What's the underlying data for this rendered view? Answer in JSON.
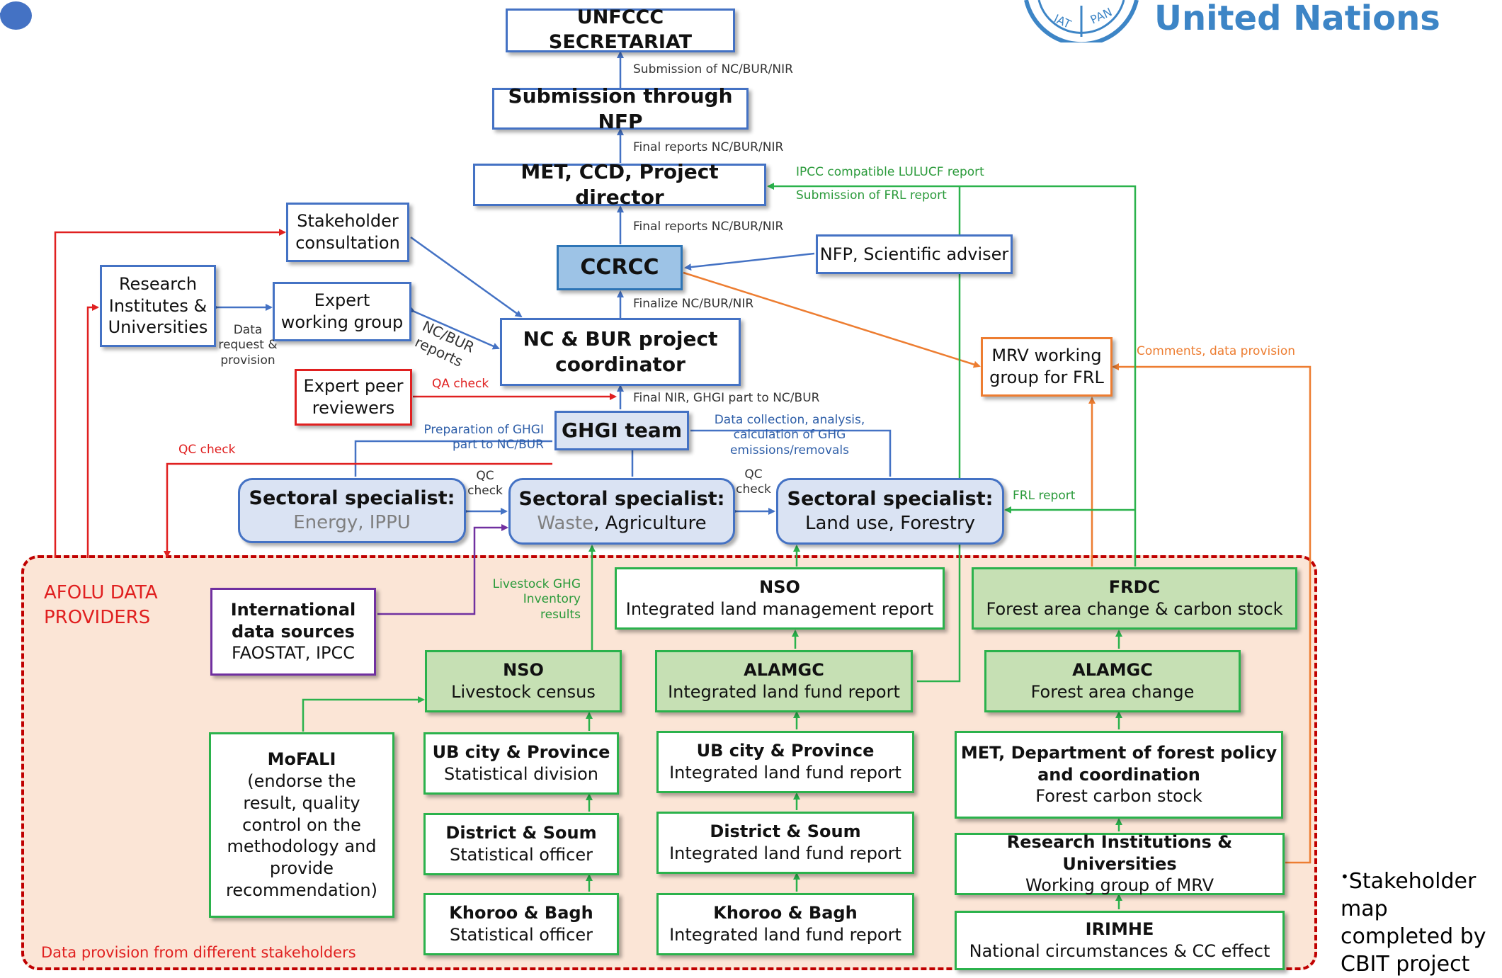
{
  "header": {
    "organization": "United Nations"
  },
  "region": {
    "title": "AFOLU DATA\nPROVIDERS",
    "footer": "Data provision from different stakeholders"
  },
  "note": "Stakeholder map completed by CBIT project",
  "colors": {
    "line_blue": "#4472c4",
    "line_green": "#2bb24c",
    "line_red": "#e02020",
    "line_orange": "#ed7d31",
    "line_purple": "#7030a0",
    "region_fill": "#fbe5d6"
  },
  "nodes": {
    "unfccc": {
      "title": "UNFCCC SECRETARIAT"
    },
    "nfp_submission": {
      "title": "Submission through NFP"
    },
    "met_ccd": {
      "title": "MET, CCD, Project director"
    },
    "stakeholder": {
      "line1": "Stakeholder",
      "line2": "consultation"
    },
    "research": {
      "line1": "Research",
      "line2": "Institutes &",
      "line3": "Universities"
    },
    "expert_wg": {
      "line1": "Expert",
      "line2": "working group"
    },
    "ccrcc": {
      "title": "CCRCC"
    },
    "nfp_adviser": {
      "title": "NFP, Scientific adviser"
    },
    "nc_bur": {
      "line1": "NC & BUR project",
      "line2": "coordinator"
    },
    "mrv_wg": {
      "line1": "MRV working",
      "line2": "group for FRL"
    },
    "peer": {
      "line1": "Expert peer",
      "line2": "reviewers"
    },
    "ghgi": {
      "title": "GHGI team"
    },
    "spec_energy": {
      "title": "Sectoral specialist:",
      "subtitle": "Energy, IPPU"
    },
    "spec_waste": {
      "title": "Sectoral specialist:",
      "subtitle_a": "Waste",
      "subtitle_b": ", Agriculture"
    },
    "spec_land": {
      "title": "Sectoral specialist:",
      "subtitle": "Land use, Forestry"
    },
    "intl": {
      "line1": "International",
      "line2": "data sources",
      "line3": "FAOSTAT, IPCC"
    },
    "nso_ilm": {
      "title": "NSO",
      "subtitle": "Integrated land management report"
    },
    "frdc": {
      "title": "FRDC",
      "subtitle": "Forest area change & carbon stock"
    },
    "nso_livestock": {
      "title": "NSO",
      "subtitle": "Livestock census"
    },
    "alamgc_fund": {
      "title": "ALAMGC",
      "subtitle": "Integrated land fund report"
    },
    "alamgc_forest": {
      "title": "ALAMGC",
      "subtitle": "Forest area change"
    },
    "mofali": {
      "title": "MoFALI",
      "line1": "(endorse the",
      "line2": "result, quality",
      "line3": "control on the",
      "line4": "methodology and",
      "line5": "provide",
      "line6": "recommendation)"
    },
    "ub_stat": {
      "title": "UB city & Province",
      "subtitle": "Statistical division"
    },
    "ub_fund": {
      "title": "UB city & Province",
      "subtitle": "Integrated land fund report"
    },
    "met_forest": {
      "title1": "MET, Department of forest policy",
      "title2": "and coordination",
      "subtitle": "Forest carbon stock"
    },
    "district_stat": {
      "title": "District & Soum",
      "subtitle": "Statistical officer"
    },
    "district_fund": {
      "title": "District & Soum",
      "subtitle": "Integrated land fund report"
    },
    "research_mrv": {
      "title": "Research Institutions & Universities",
      "subtitle": "Working group of MRV"
    },
    "khoroo_stat": {
      "title": "Khoroo & Bagh",
      "subtitle": "Statistical officer"
    },
    "khoroo_fund": {
      "title": "Khoroo & Bagh",
      "subtitle": "Integrated land fund report"
    },
    "irimhe": {
      "title": "IRIMHE",
      "subtitle": "National circumstances & CC effect"
    }
  },
  "edge_labels": {
    "submission": "Submission of NC/BUR/NIR",
    "final_reports_1": "Final reports NC/BUR/NIR",
    "final_reports_2": "Final reports NC/BUR/NIR",
    "ipcc_lulucf": "IPCC compatible LULUCF report",
    "frl_submission": "Submission of FRL report",
    "finalize": "Finalize NC/BUR/NIR",
    "ncbur_reports": "NC/BUR reports",
    "data_request": "Data request & provision",
    "qa_check": "QA check",
    "final_nir": "Final NIR, GHGI part to NC/BUR",
    "preparation": "Preparation of GHGI part to NC/BUR",
    "data_collection": "Data collection, analysis, calculation of GHG emissions/removals",
    "qc_check_left": "QC check",
    "qc_check_1": "QC check",
    "qc_check_2": "QC check",
    "frl_report": "FRL report",
    "comments": "Comments, data provision",
    "livestock_results": "Livestock GHG Inventory results"
  }
}
